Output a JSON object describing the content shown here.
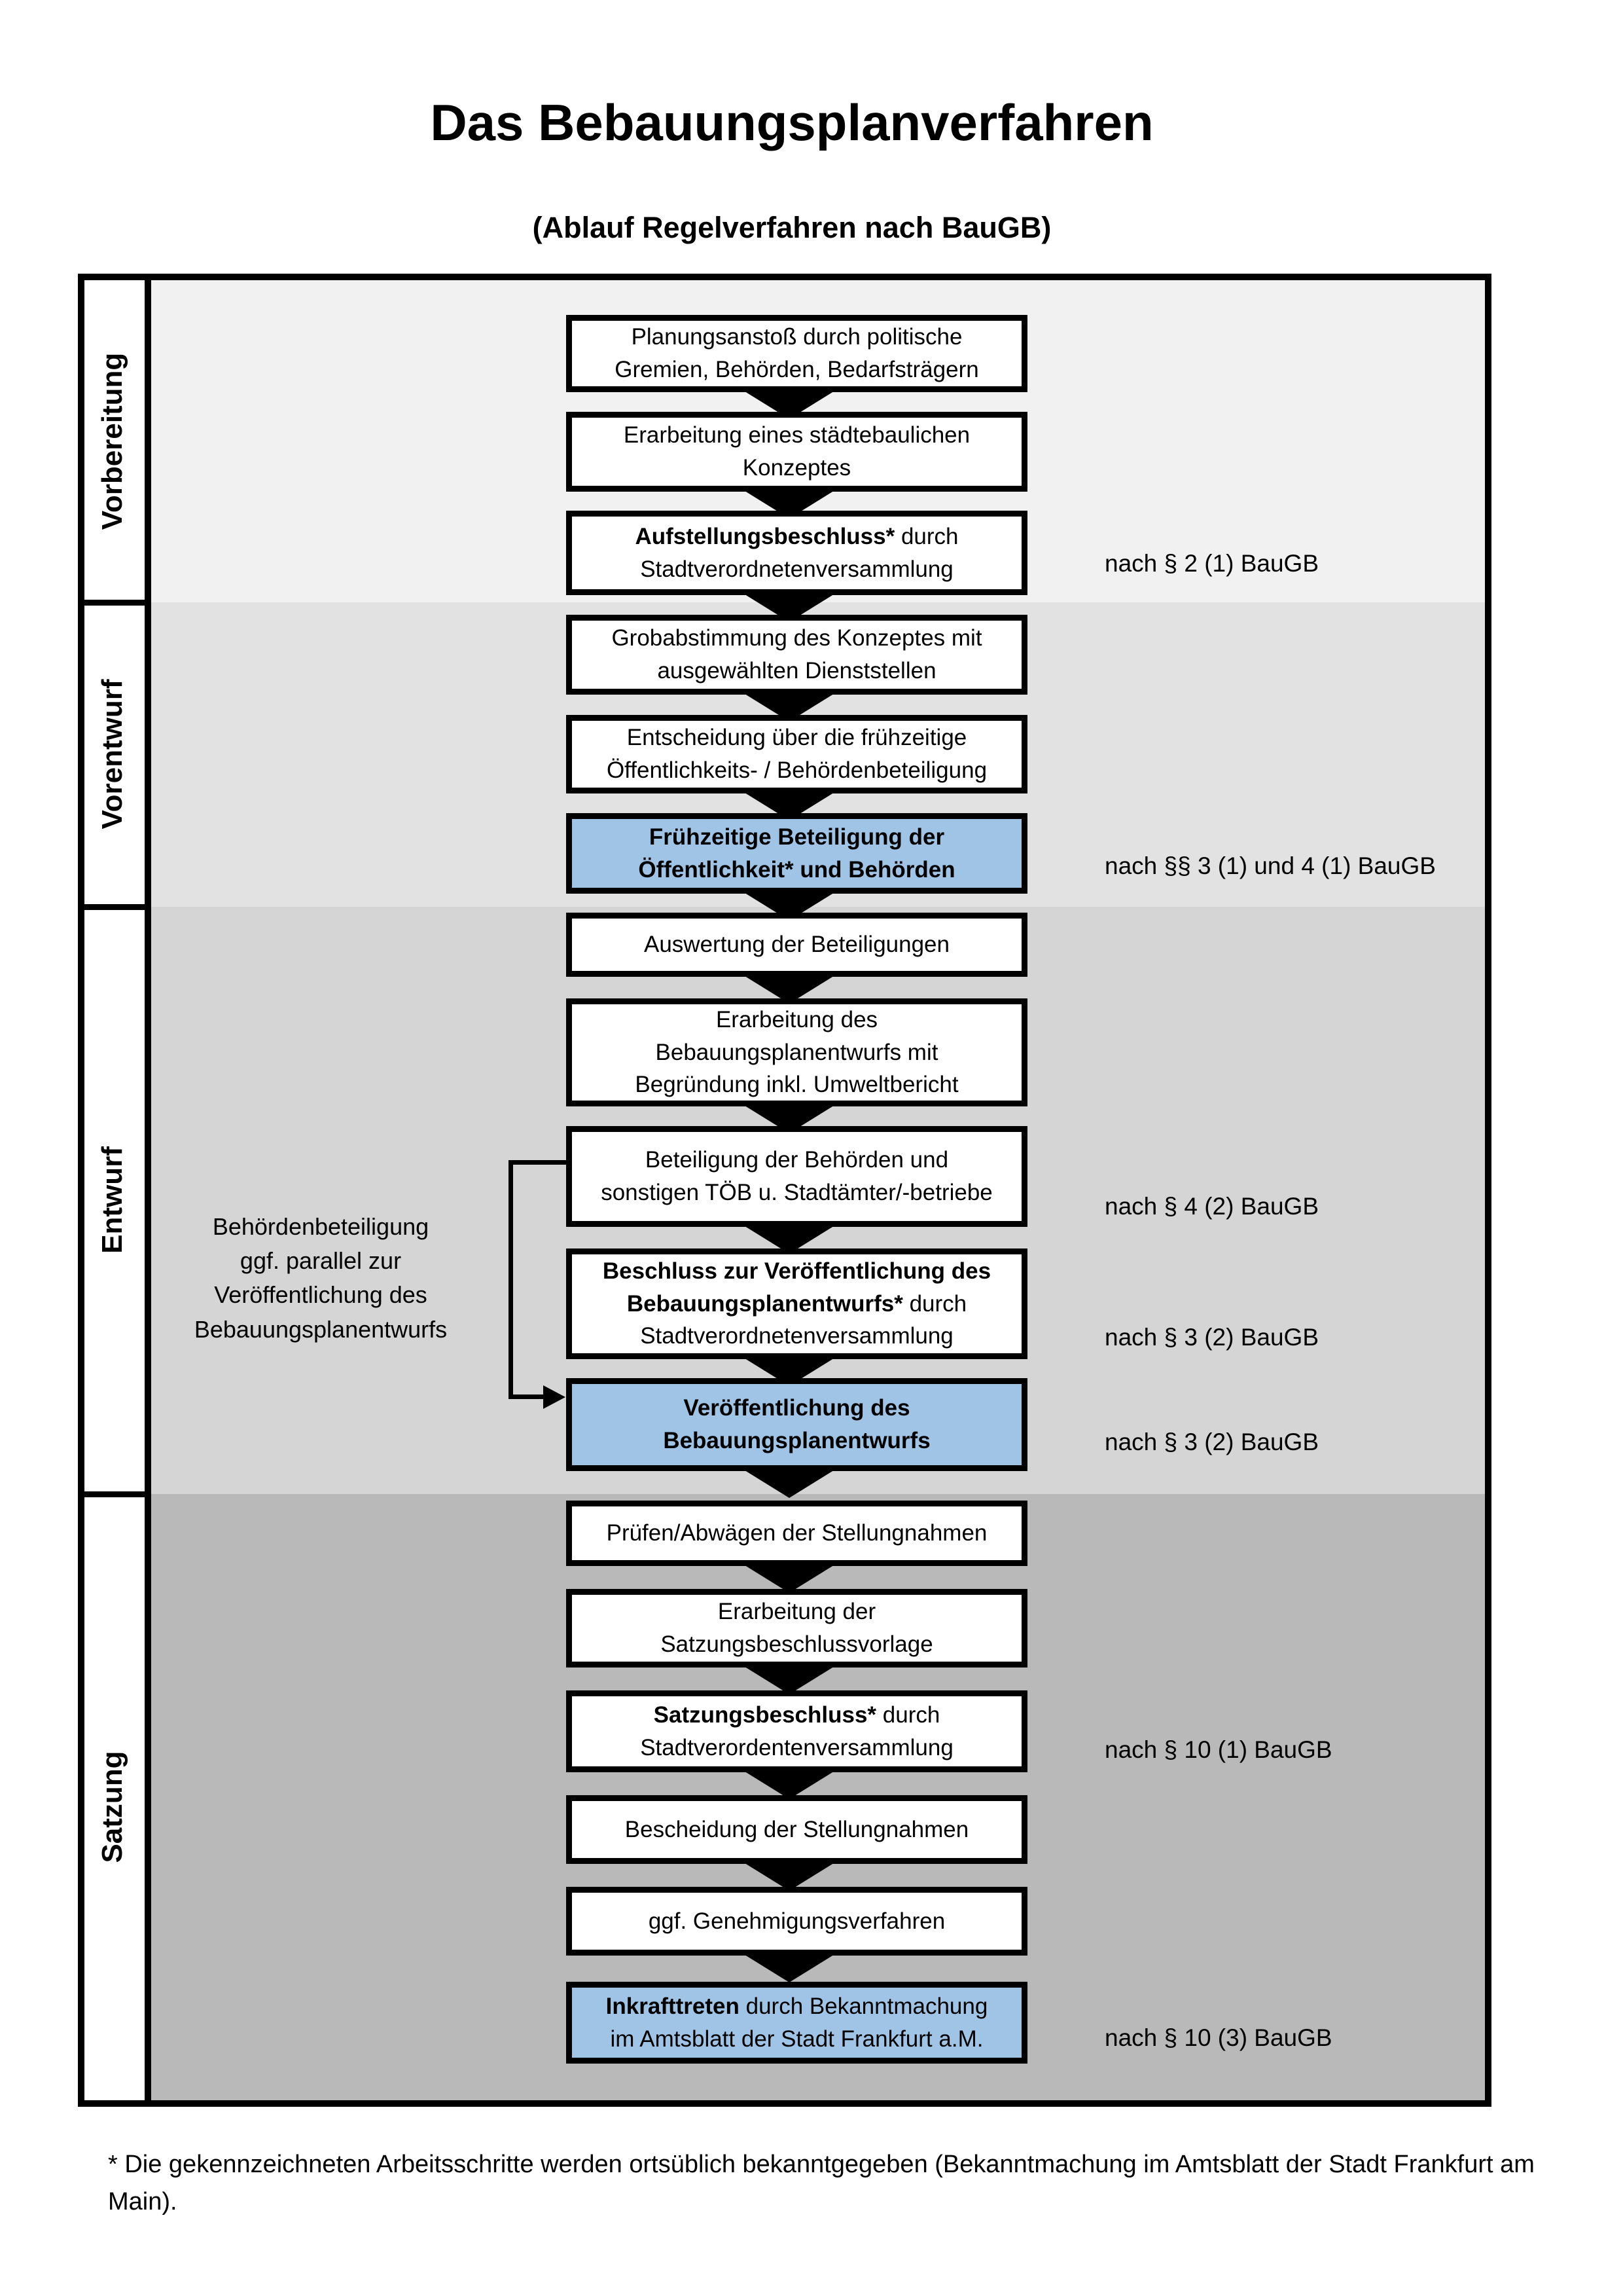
{
  "title": "Das Bebauungsplanverfahren",
  "subtitle": "(Ablauf Regelverfahren nach BauGB)",
  "phases": [
    {
      "label": "Vorbereitung"
    },
    {
      "label": "Vorentwurf"
    },
    {
      "label": "Entwurf"
    },
    {
      "label": "Satzung"
    }
  ],
  "boxes": [
    {
      "bold": "",
      "text": "Planungsanstoß durch politische\nGremien, Behörden, Bedarfsträgern"
    },
    {
      "bold": "",
      "text": "Erarbeitung eines städtebaulichen\nKonzeptes"
    },
    {
      "bold": "Aufstellungsbeschluss*",
      "text": " durch\nStadtverordnetenversammlung"
    },
    {
      "bold": "",
      "text": "Grobabstimmung des Konzeptes mit\nausgewählten Dienststellen"
    },
    {
      "bold": "",
      "text": "Entscheidung über die frühzeitige\nÖffentlichkeits- / Behördenbeteiligung"
    },
    {
      "bold": "Frühzeitige Beteiligung der\nÖffentlichkeit* und Behörden",
      "text": ""
    },
    {
      "bold": "",
      "text": "Auswertung der Beteiligungen"
    },
    {
      "bold": "",
      "text": "Erarbeitung des\nBebauungsplanentwurfs mit\nBegründung inkl. Umweltbericht"
    },
    {
      "bold": "",
      "text": "Beteiligung der Behörden und\nsonstigen TÖB u. Stadtämter/-betriebe"
    },
    {
      "bold": "Beschluss zur Veröffentlichung des\nBebauungsplanentwurfs*",
      "text": " durch\nStadtverordnetenversammlung"
    },
    {
      "bold": "Veröffentlichung des\nBebauungsplanentwurfs",
      "text": ""
    },
    {
      "bold": "",
      "text": "Prüfen/Abwägen der Stellungnahmen"
    },
    {
      "bold": "",
      "text": "Erarbeitung der\nSatzungsbeschlussvorlage"
    },
    {
      "bold": "Satzungsbeschluss*",
      "text": " durch\nStadtverordentenversammlung"
    },
    {
      "bold": "",
      "text": "Bescheidung der Stellungnahmen"
    },
    {
      "bold": "",
      "text": "ggf. Genehmigungsverfahren"
    },
    {
      "bold": "Inkrafttreten",
      "text": " durch Bekanntmachung\nim Amtsblatt der Stadt Frankfurt a.M."
    }
  ],
  "notes": [
    {
      "text": "nach § 2 (1) BauGB"
    },
    {
      "text": "nach §§ 3 (1) und 4 (1) BauGB"
    },
    {
      "text": "nach § 4 (2) BauGB"
    },
    {
      "text": "nach § 3 (2) BauGB"
    },
    {
      "text": "nach § 3 (2) BauGB"
    },
    {
      "text": "nach § 10 (1) BauGB"
    },
    {
      "text": "nach § 10 (3) BauGB"
    }
  ],
  "side_note": "Behördenbeteiligung\nggf. parallel zur\nVeröffentlichung des\nBebauungsplanentwurfs",
  "footnote": "* Die gekennzeichneten Arbeitsschritte werden ortsüblich bekanntgegeben (Bekanntmachung im Amtsblatt der Stadt Frankfurt am Main).",
  "colors": {
    "highlight_box": "#a0c4e6",
    "band_vorbereitung": "#f1f1f1",
    "band_vorentwurf": "#e2e2e2",
    "band_entwurf": "#d5d5d5",
    "band_satzung": "#b9b9b9"
  }
}
